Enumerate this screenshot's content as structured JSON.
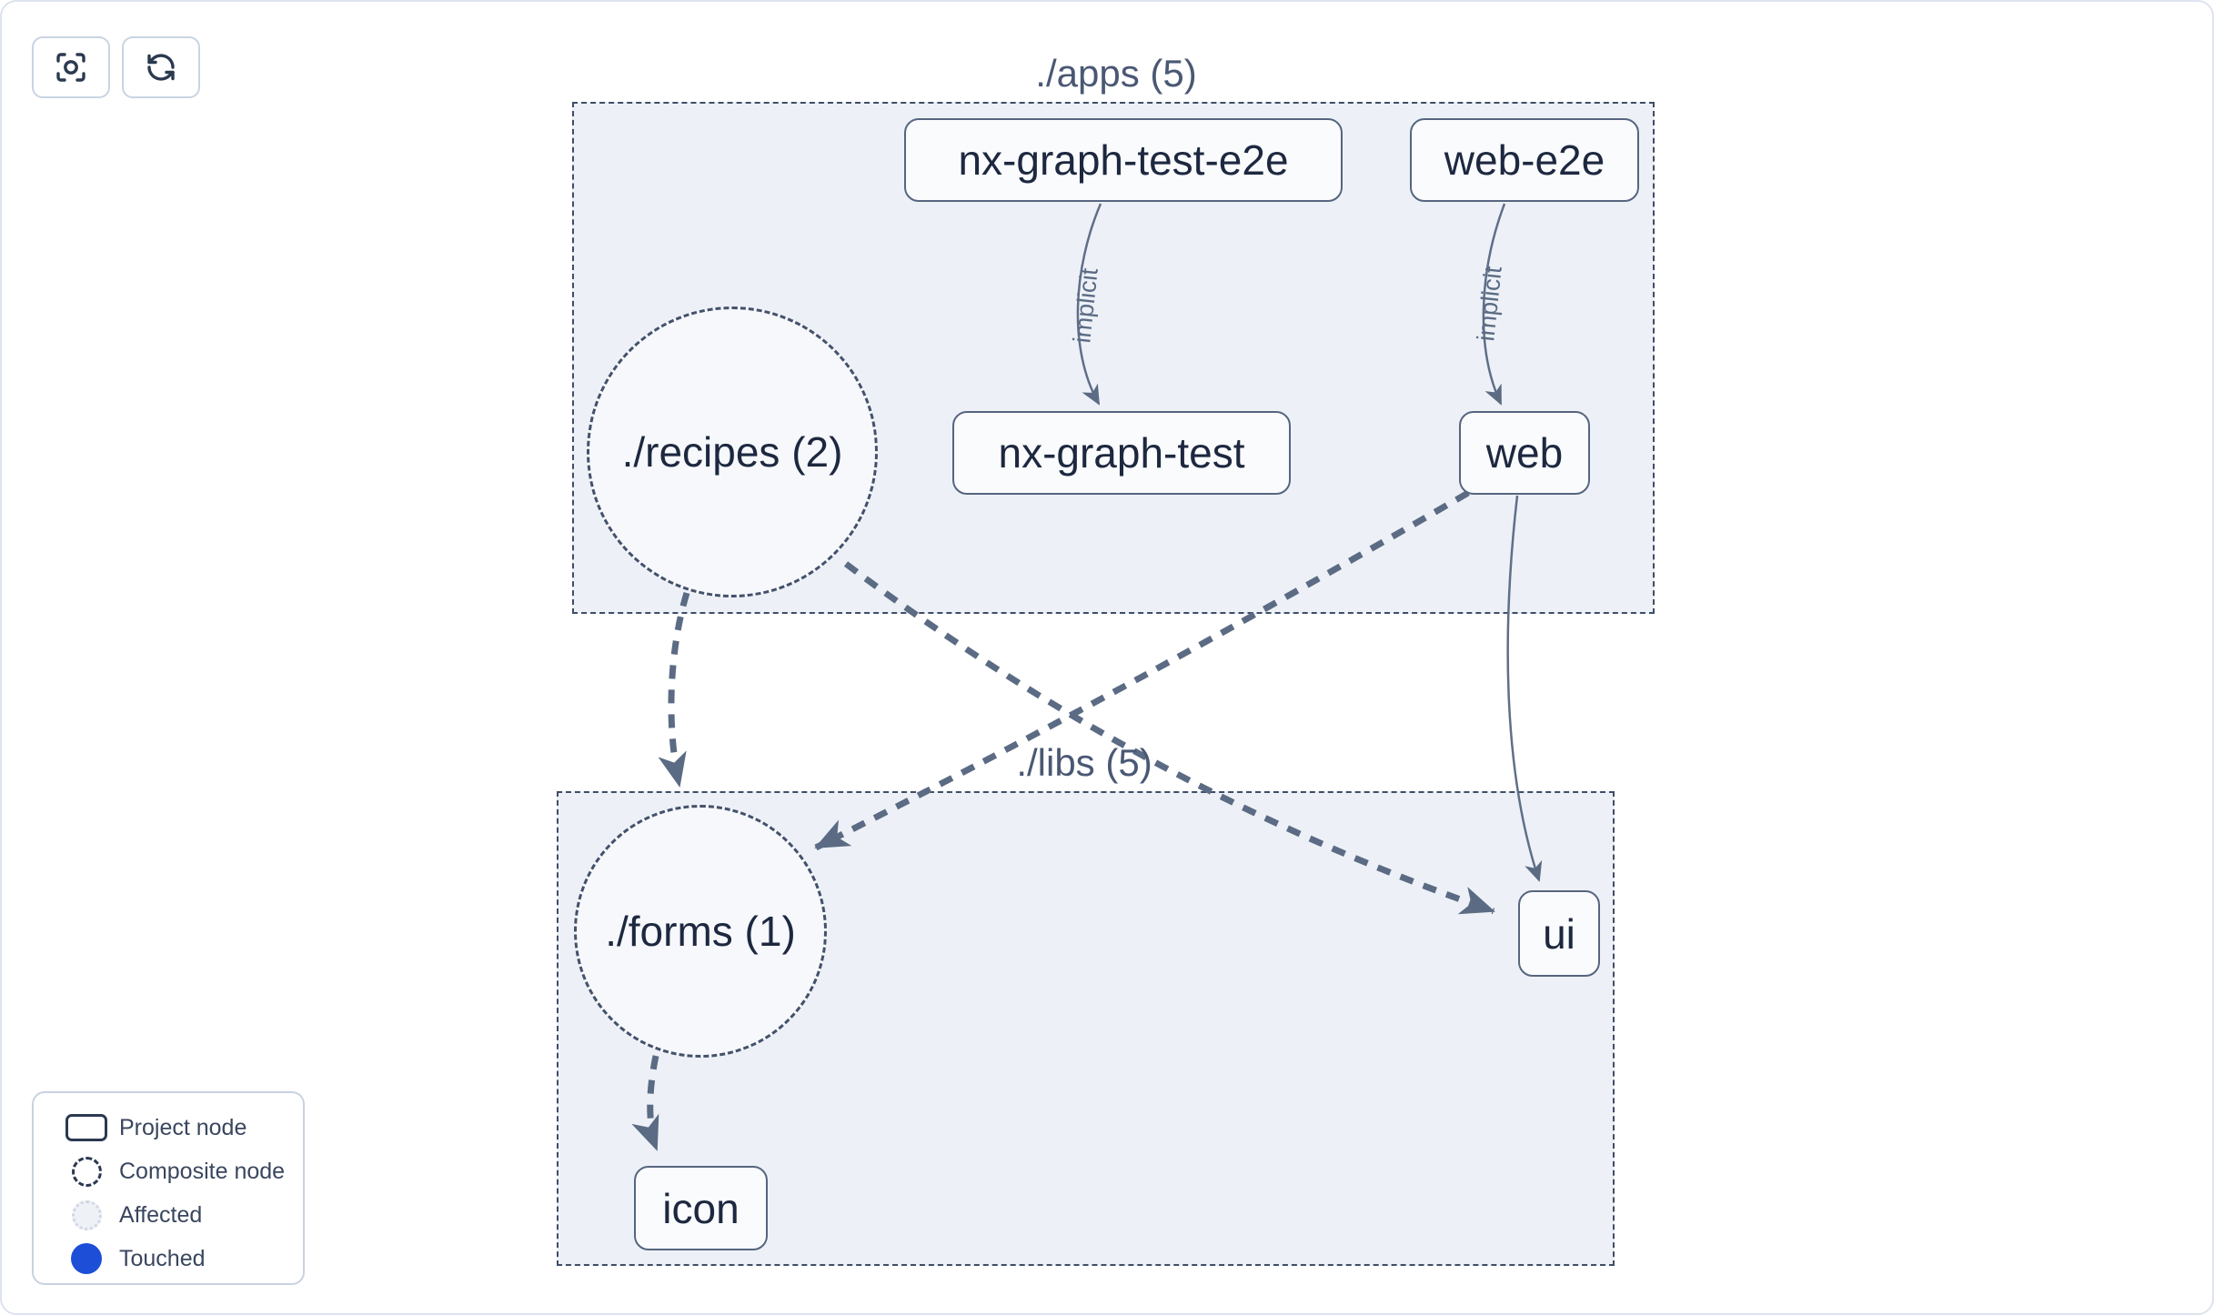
{
  "toolbar": {
    "buttons": [
      {
        "name": "focus",
        "icon": "focus-icon"
      },
      {
        "name": "refresh",
        "icon": "refresh-icon"
      }
    ]
  },
  "graph": {
    "groups": [
      {
        "id": "apps",
        "label": "./apps (5)"
      },
      {
        "id": "libs",
        "label": "./libs (5)"
      }
    ],
    "nodes": [
      {
        "id": "nx-graph-test-e2e",
        "label": "nx-graph-test-e2e",
        "type": "project",
        "group": "apps"
      },
      {
        "id": "web-e2e",
        "label": "web-e2e",
        "type": "project",
        "group": "apps"
      },
      {
        "id": "recipes",
        "label": "./recipes (2)",
        "type": "composite",
        "group": "apps"
      },
      {
        "id": "nx-graph-test",
        "label": "nx-graph-test",
        "type": "project",
        "group": "apps"
      },
      {
        "id": "web",
        "label": "web",
        "type": "project",
        "group": "apps"
      },
      {
        "id": "forms",
        "label": "./forms (1)",
        "type": "composite",
        "group": "libs"
      },
      {
        "id": "ui",
        "label": "ui",
        "type": "project",
        "group": "libs"
      },
      {
        "id": "icon",
        "label": "icon",
        "type": "project",
        "group": "libs"
      }
    ],
    "edges": [
      {
        "from": "nx-graph-test-e2e",
        "to": "nx-graph-test",
        "label": "implicit",
        "style": "solid"
      },
      {
        "from": "web-e2e",
        "to": "web",
        "label": "implicit",
        "style": "solid"
      },
      {
        "from": "recipes",
        "to": "forms",
        "label": "",
        "style": "dashed"
      },
      {
        "from": "recipes",
        "to": "ui",
        "label": "",
        "style": "dashed"
      },
      {
        "from": "web",
        "to": "forms",
        "label": "",
        "style": "dashed"
      },
      {
        "from": "web",
        "to": "ui",
        "label": "",
        "style": "solid"
      },
      {
        "from": "forms",
        "to": "icon",
        "label": "",
        "style": "dashed"
      }
    ]
  },
  "legend": {
    "items": [
      {
        "label": "Project node",
        "swatch": "project-rect"
      },
      {
        "label": "Composite node",
        "swatch": "composite-circle"
      },
      {
        "label": "Affected",
        "swatch": "affected-circle"
      },
      {
        "label": "Touched",
        "swatch": "touched-circle"
      }
    ]
  },
  "colors": {
    "touched": "#1d4ed8",
    "edge": "#5b6b84",
    "node_border": "#56657f",
    "node_text": "#1d2840",
    "group_fill": "#edf1f7",
    "group_border": "#3f4d66",
    "group_label": "#4a5874",
    "legend_text": "#39465e"
  }
}
